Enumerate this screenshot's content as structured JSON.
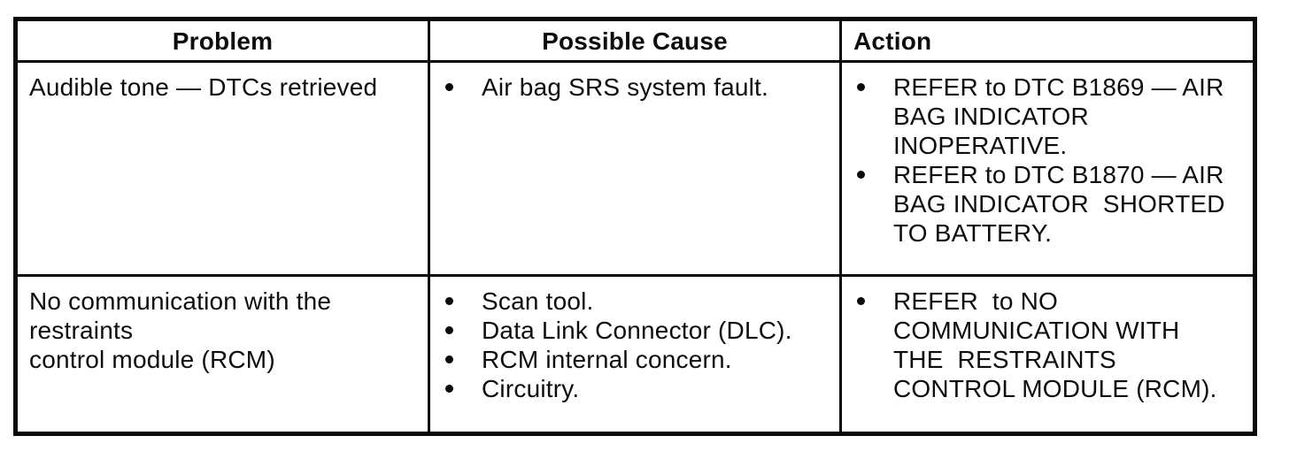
{
  "table": {
    "headers": {
      "problem": "Problem",
      "possible_cause": "Possible Cause",
      "action": "Action"
    },
    "rows": [
      {
        "problem": "Audible tone — DTCs retrieved",
        "causes": [
          "Air bag SRS system fault."
        ],
        "actions": [
          "REFER to DTC B1869 — AIR\nBAG INDICATOR\nINOPERATIVE.",
          "REFER to DTC B1870 — AIR\nBAG INDICATOR  SHORTED\nTO BATTERY."
        ]
      },
      {
        "problem": "No communication with the restraints\ncontrol module (RCM)",
        "causes": [
          "Scan tool.",
          "Data Link Connector (DLC).",
          "RCM internal concern.",
          "Circuitry."
        ],
        "actions": [
          "REFER  to NO\nCOMMUNICATION WITH\nTHE  RESTRAINTS\nCONTROL MODULE (RCM)."
        ]
      }
    ]
  }
}
